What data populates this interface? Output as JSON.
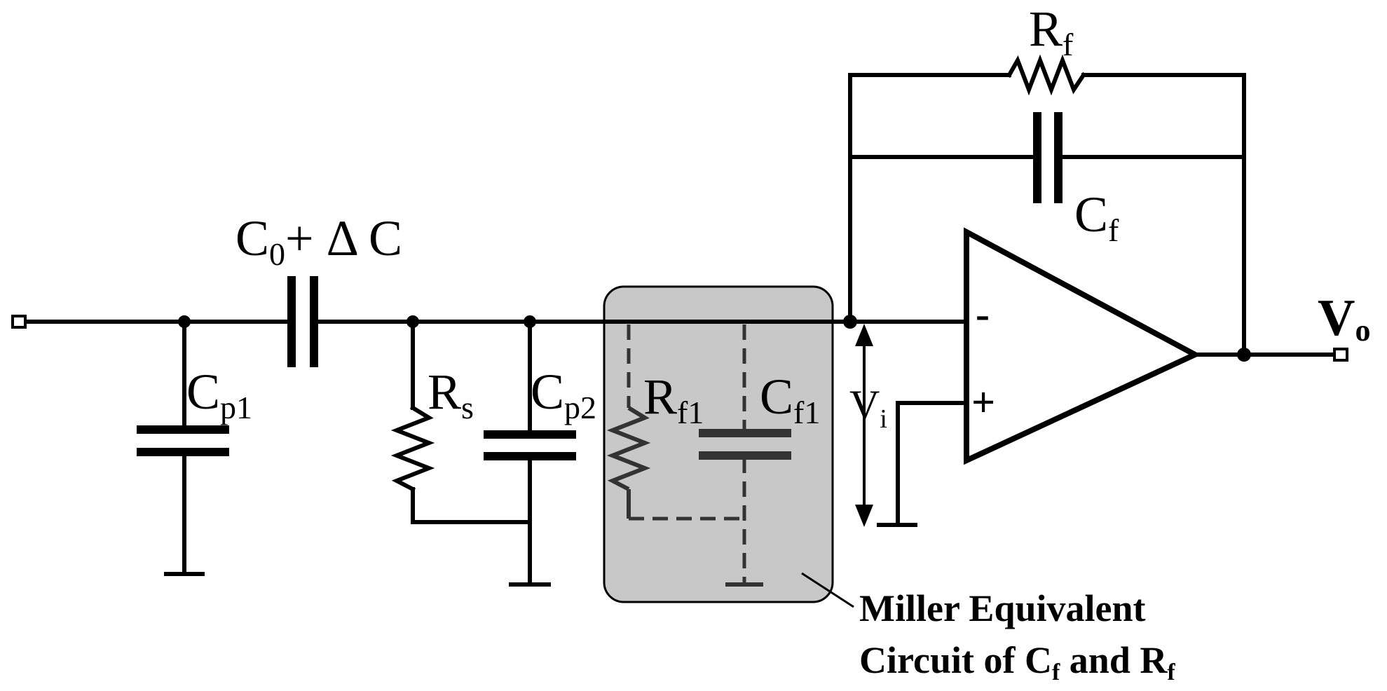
{
  "labels": {
    "rf": {
      "main": "R",
      "sub": "f"
    },
    "cf": {
      "main": "C",
      "sub": "f"
    },
    "c0": {
      "main": "C",
      "sub": "0",
      "rest": "+ Δ C"
    },
    "cp1": {
      "main": "C",
      "sub": "p1"
    },
    "rs": {
      "main": "R",
      "sub": "s"
    },
    "cp2": {
      "main": "C",
      "sub": "p2"
    },
    "rf1": {
      "main": "R",
      "sub": "f1"
    },
    "cf1": {
      "main": "C",
      "sub": "f1"
    },
    "vi": {
      "main": "V",
      "sub": "i"
    },
    "vo": {
      "main": "V",
      "sub": "o"
    },
    "minus": "-",
    "plus": "+"
  },
  "caption": {
    "line1": "Miller Equivalent",
    "line2_a": "Circuit of C",
    "line2_sub1": "f",
    "line2_b": " and R",
    "line2_sub2": "f"
  },
  "colors": {
    "wire": "#000000",
    "miller_box": "#c8c8c8"
  }
}
